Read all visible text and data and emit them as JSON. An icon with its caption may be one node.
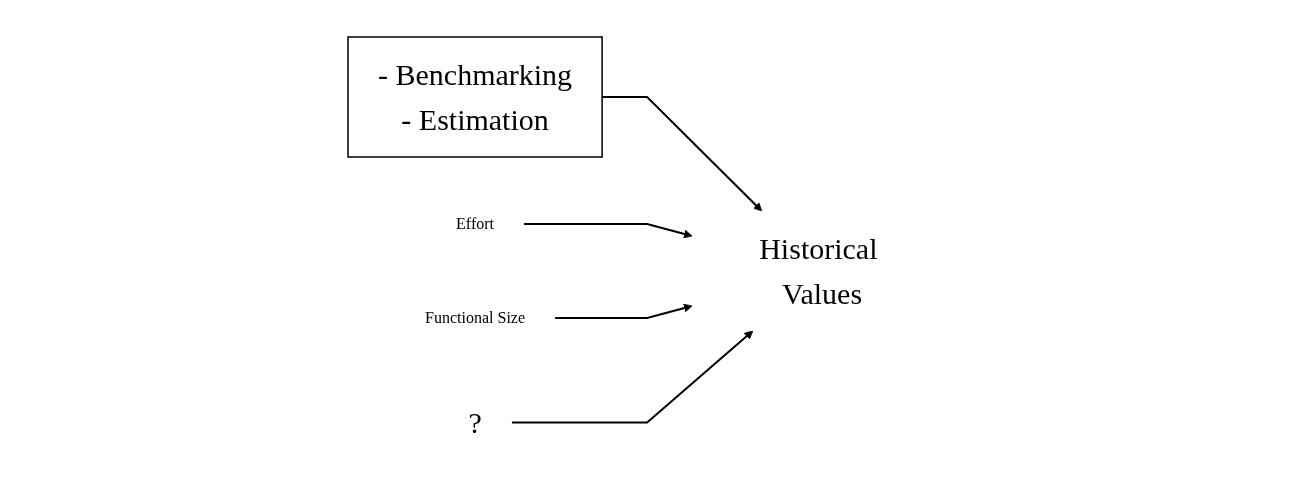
{
  "diagram": {
    "nodes": [
      {
        "text": [
          "- Benchmarking",
          "- Estimation"
        ]
      },
      {
        "text": [
          "Historical Values"
        ]
      },
      {
        "text": [
          "Effort"
        ]
      },
      {
        "text": [
          "Functional Size"
        ]
      },
      {
        "text": [
          "?"
        ]
      }
    ],
    "edges": [
      {
        "from": 0,
        "to": 1,
        "arrow": "to"
      },
      {
        "from": 2,
        "to": 1,
        "arrow": "to"
      },
      {
        "from": 3,
        "to": 1,
        "arrow": "to"
      },
      {
        "from": 4,
        "to": 1,
        "arrow": "to"
      }
    ]
  }
}
